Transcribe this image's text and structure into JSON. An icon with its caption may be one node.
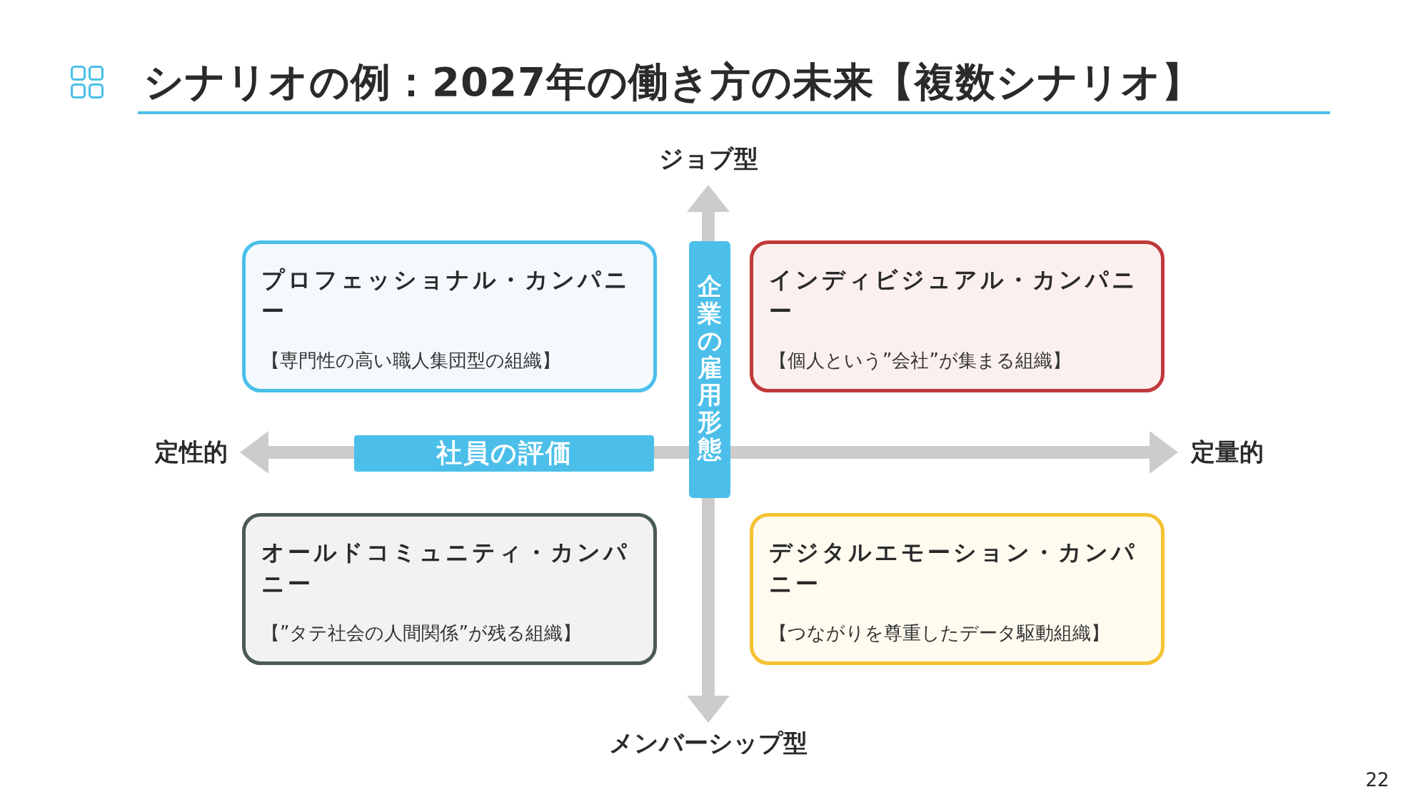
{
  "diagram": {
    "title": "シナリオの例：2027年の働き方の未来【複数シナリオ】",
    "nodes": [
      {
        "text": [
          "企業の雇用形態"
        ]
      },
      {
        "text": [
          "社員の評価"
        ]
      },
      {
        "text": [
          "プロフェッショナル・カンパニー",
          "【専門性の高い職人集団型の組織】"
        ]
      },
      {
        "text": [
          "インディビジュアル・カンパニー",
          "【個人という”会社”が集まる組織】"
        ]
      },
      {
        "text": [
          "オールドコミュニティ・カンパニー",
          "【”タテ社会の人間関係”が残る組織】"
        ]
      },
      {
        "text": [
          "デジタルエモーション・カンパニー",
          "【つながりを尊重したデータ駆動組織】"
        ]
      }
    ],
    "labels": [
      "ジョブ型",
      "定性的",
      "定量的",
      "メンバーシップ型",
      "22"
    ]
  }
}
